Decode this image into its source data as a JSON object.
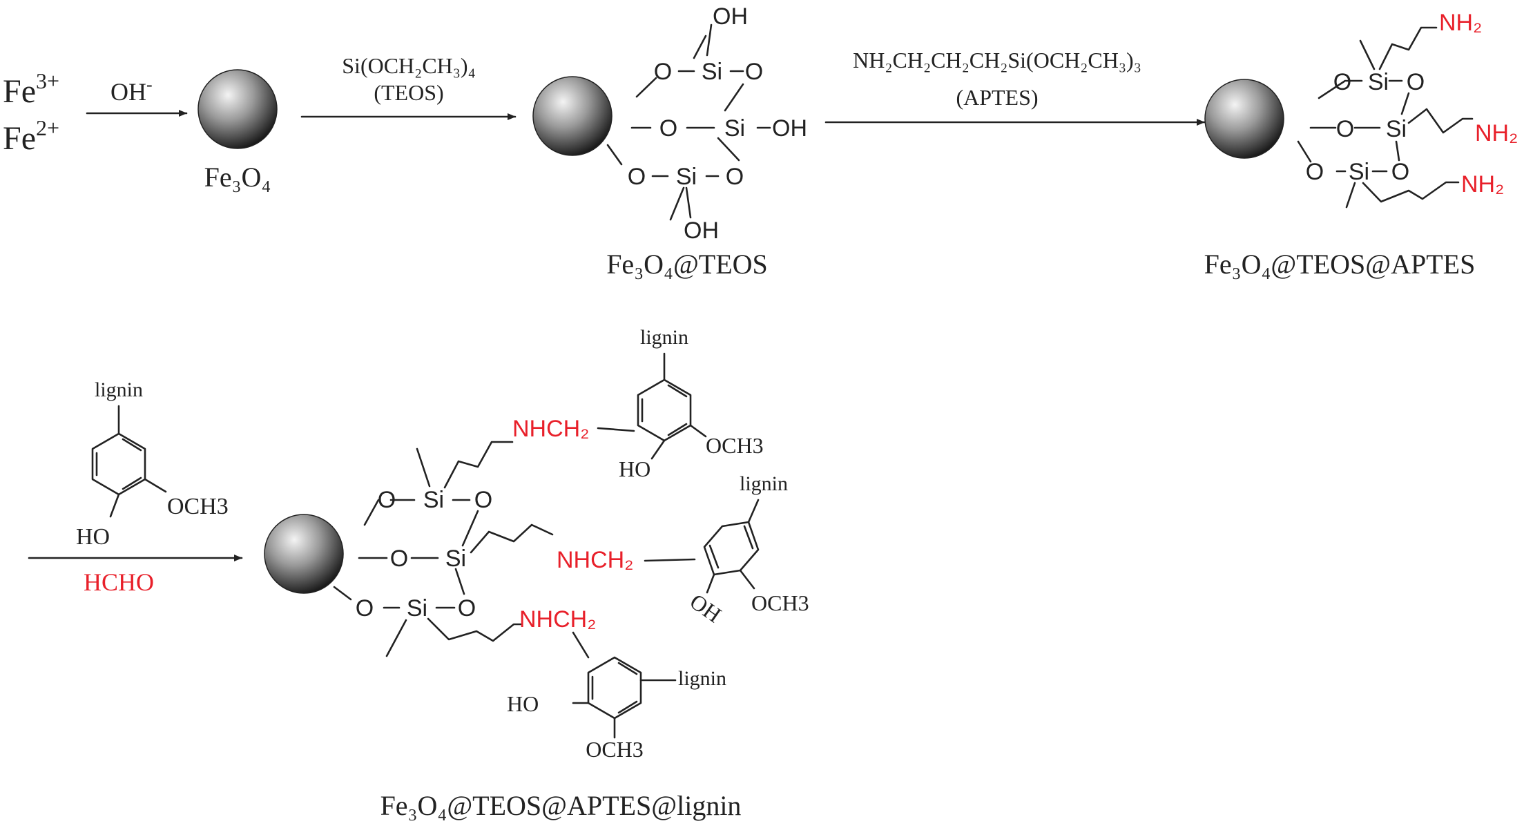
{
  "reactants": {
    "fe3": "Fe",
    "fe3_charge": "3+",
    "fe2": "Fe",
    "fe2_charge": "2+"
  },
  "step1": {
    "reagent": "OH",
    "reagent_charge": "-"
  },
  "fe3o4_label": "Fe₃O₄",
  "step2": {
    "reagent": "Si(OCH₂CH₃)₄",
    "abbrev": "(TEOS)"
  },
  "teos_label": "Fe₃O₄@TEOS",
  "step3": {
    "reagent": "NH₂CH₂CH₂CH₂Si(OCH₂CH₃)₃",
    "abbrev": "(APTES)"
  },
  "aptes_label": "Fe₃O₄@TEOS@APTES",
  "step4": {
    "substituent_top": "lignin",
    "substituent_ome": "OCH3",
    "substituent_oh": "HO",
    "co_reagent": "HCHO"
  },
  "final_label": "Fe₃O₄@TEOS@APTES@lignin",
  "atoms": {
    "O": "O",
    "Si": "Si",
    "OH": "OH",
    "HO": "HO",
    "NH2": "NH₂",
    "NHCH2": "NHCH₂",
    "OCH3": "OCH3",
    "lignin": "lignin"
  },
  "colors": {
    "amine": "#e8202a",
    "ink": "#222222",
    "sphere_light": "#f2f2f2",
    "sphere_dark": "#151515"
  }
}
